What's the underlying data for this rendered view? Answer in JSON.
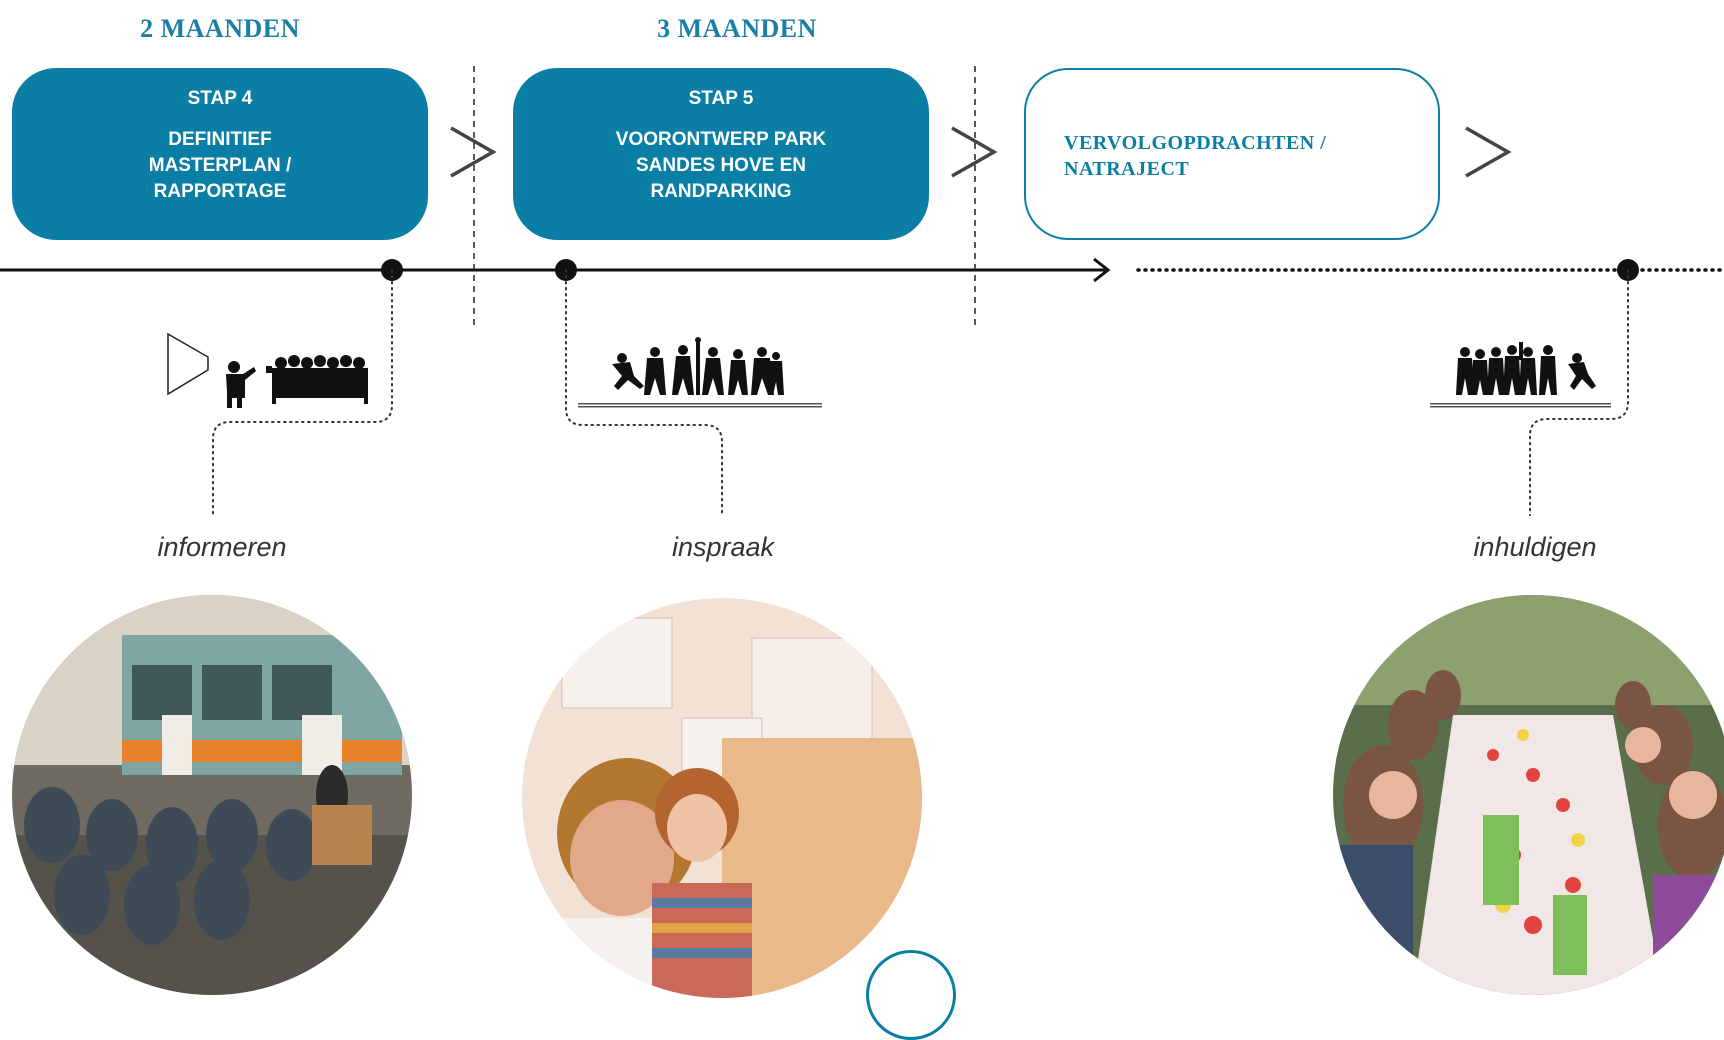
{
  "durations": [
    "2 MAANDEN",
    "3 MAANDEN"
  ],
  "steps": [
    {
      "num": "STAP 4",
      "title": "DEFINITIEF MASTERPLAN / RAPPORTAGE"
    },
    {
      "num": "STAP 5",
      "title": "VOORONTWERP PARK SANDES HOVE EN RANDPARKING"
    },
    {
      "num": "",
      "title": "VERVOLGOPDRACHTEN / NATRAJECT"
    }
  ],
  "phases": [
    "informeren",
    "inspraak",
    "inhuldigen"
  ],
  "colors": {
    "accent": "#0a7ea4",
    "line": "#111111",
    "text": "#333333"
  },
  "icons": [
    "chevron-right-icon",
    "megaphone-icon",
    "speaker-person-icon",
    "crowd-icon",
    "dancing-crowd-icon",
    "celebration-crowd-icon"
  ]
}
